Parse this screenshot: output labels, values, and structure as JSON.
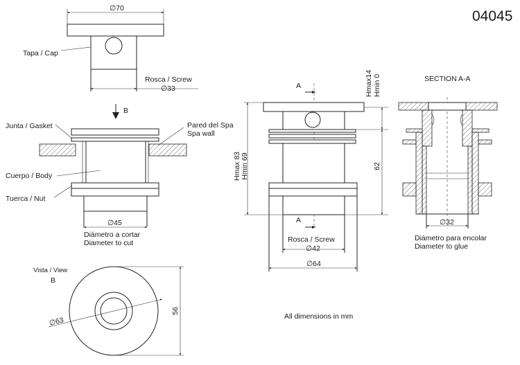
{
  "drawing_number": "04045",
  "cap_view": {
    "diameter_label": "∅70",
    "cap_label": "Tapa / Cap",
    "screw_label": "Rosca / Screw",
    "screw_diameter": "∅33"
  },
  "assembly_view": {
    "view_arrow": "B",
    "gasket_label": "Junta / Gasket",
    "wall_label_es": "Pared del Spa",
    "wall_label_en": "Spa wall",
    "body_label": "Cuerpo / Body",
    "nut_label": "Tuerca / Nut",
    "cut_diameter": "∅45",
    "cut_label_es": "Diámetro a cortar",
    "cut_label_en": "Diameter to cut"
  },
  "bottom_view": {
    "title": "Vista / View",
    "letter": "B",
    "outer_diameter": "∅63",
    "height": "56"
  },
  "side_view": {
    "section_marker": "A",
    "hmax_top": "Hmax14",
    "hmin_top": "Hmin 0",
    "hmax_total": "Hmax 83",
    "hmin_total": "Hmin 69",
    "height_62": "62",
    "screw_label": "Rosca / Screw",
    "screw_diameter": "∅42",
    "outer_diameter": "∅64"
  },
  "section_view": {
    "title": "SECTION A-A",
    "glue_diameter": "∅32",
    "glue_label_es": "Diámetro para encolar",
    "glue_label_en": "Diameter to glue"
  },
  "note": "All dimensions in mm"
}
